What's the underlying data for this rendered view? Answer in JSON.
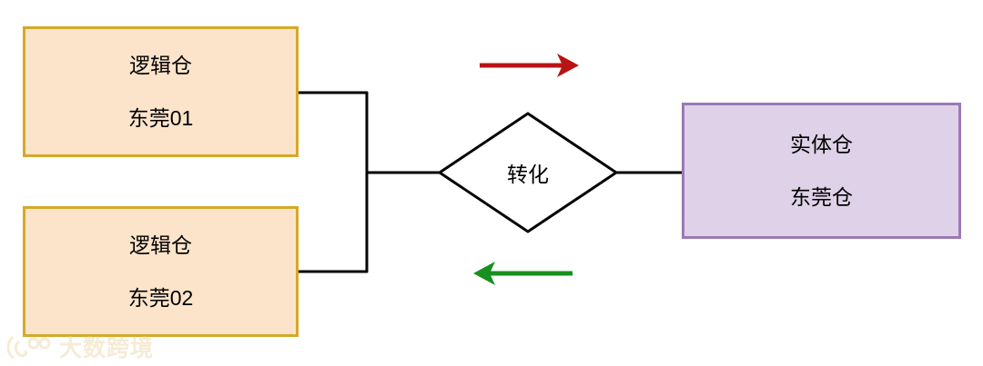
{
  "diagram": {
    "type": "entity-relationship",
    "nodes": [
      {
        "id": "logical-warehouse-1",
        "kind": "entity",
        "line1": "逻辑仓",
        "line2": "东莞01",
        "fill": "#fce4cb",
        "stroke": "#d6a827"
      },
      {
        "id": "logical-warehouse-2",
        "kind": "entity",
        "line1": "逻辑仓",
        "line2": "东莞02",
        "fill": "#fce4cb",
        "stroke": "#d6a827"
      },
      {
        "id": "physical-warehouse",
        "kind": "entity",
        "line1": "实体仓",
        "line2": "东莞仓",
        "fill": "#dfd2e8",
        "stroke": "#9b79b5"
      }
    ],
    "relationship": {
      "id": "conversion",
      "label": "转化",
      "shape": "diamond",
      "fill": "#ffffff",
      "stroke": "#000000"
    },
    "arrows": [
      {
        "id": "forward-arrow",
        "direction": "right",
        "color": "#b81414"
      },
      {
        "id": "reverse-arrow",
        "direction": "left",
        "color": "#16901e"
      }
    ]
  },
  "watermark": {
    "text": "大数跨境",
    "logo_icon": "dashukuajing-logo-icon",
    "color": "#f0dcb4"
  }
}
